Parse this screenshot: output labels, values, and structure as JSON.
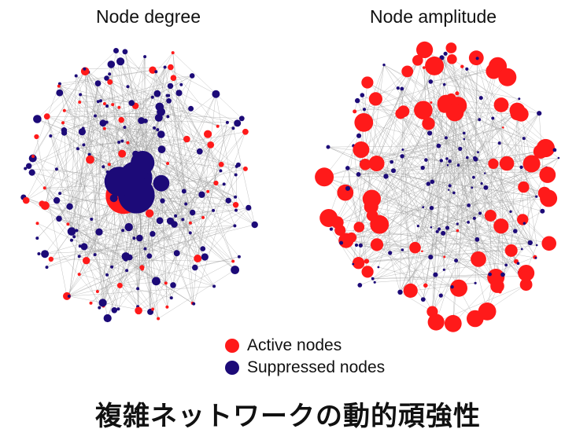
{
  "panels": [
    {
      "title": "Node degree"
    },
    {
      "title": "Node amplitude"
    }
  ],
  "legend": {
    "active_label": "Active nodes",
    "suppressed_label": "Suppressed nodes"
  },
  "caption": "複雑ネットワークの動的頑強性",
  "colors": {
    "active": "#ff1a1a",
    "suppressed": "#1c0a78",
    "edge": "#9a9a9a"
  }
}
